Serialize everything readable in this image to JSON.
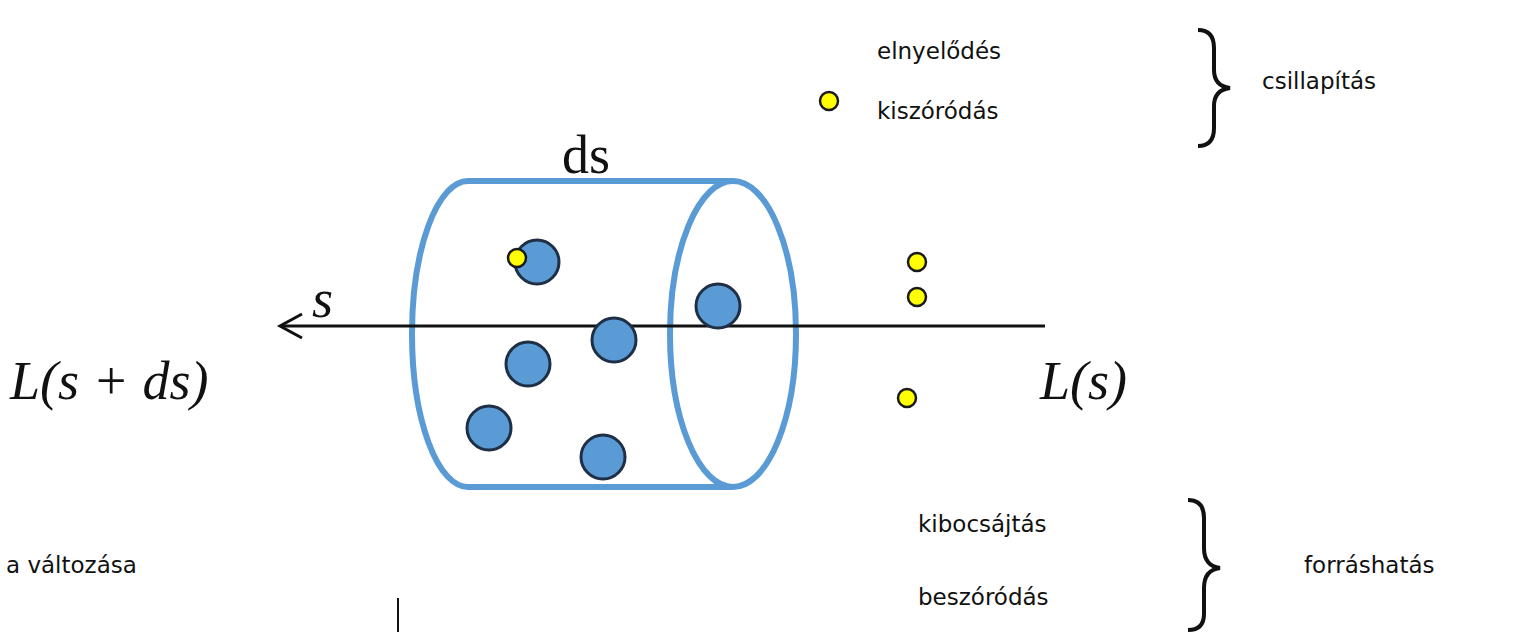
{
  "diagram": {
    "labels": [
      "elnyelődés",
      "kiszóródás",
      "csillapítás",
      "ds",
      "s",
      "L(s + ds)",
      "L(s)",
      "kibocsájtás",
      "beszóródás",
      "forráshatás",
      "a változása"
    ]
  }
}
